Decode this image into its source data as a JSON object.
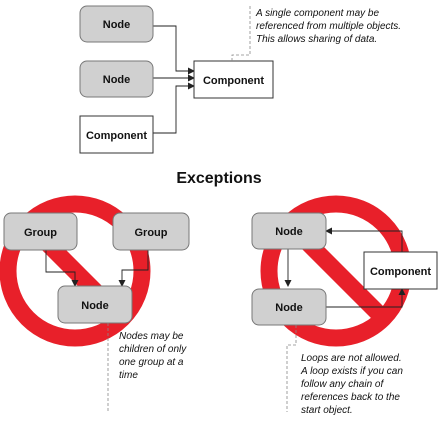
{
  "colors": {
    "prohibition_red": "#e8202a",
    "node_fill": "#d0d0d0",
    "component_fill": "#ffffff"
  },
  "top": {
    "nodes": [
      "Node",
      "Node"
    ],
    "component_left": "Component",
    "component_target": "Component",
    "note_lines": [
      "A single component may be",
      "referenced from multiple objects.",
      "This allows sharing of data."
    ]
  },
  "heading": "Exceptions",
  "left_example": {
    "group_left": "Group",
    "group_right": "Group",
    "node": "Node",
    "note_lines": [
      "Nodes may be",
      "children of only",
      "one group at a",
      "time"
    ]
  },
  "right_example": {
    "node_top": "Node",
    "node_bottom": "Node",
    "component": "Component",
    "note_lines": [
      "Loops are not allowed.",
      "A loop exists if you can",
      "follow any chain of",
      "references back to the",
      "start object."
    ]
  }
}
